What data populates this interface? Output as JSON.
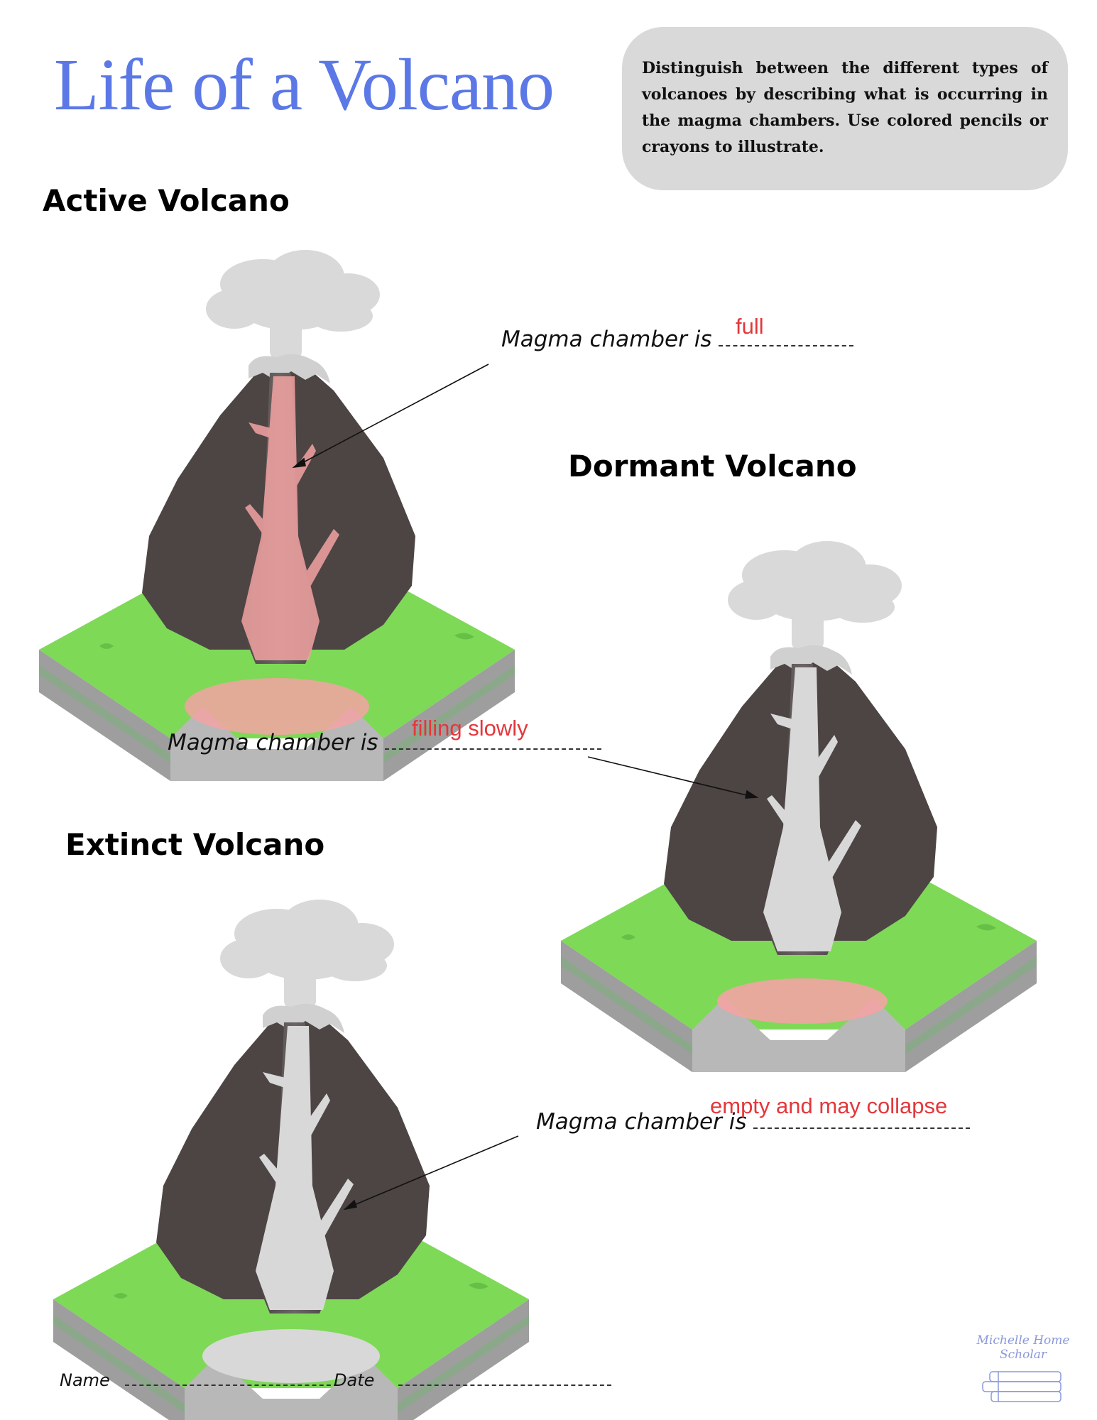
{
  "title": "Life of a Volcano",
  "instructions": "Distinguish between the different types of volcanoes by describing what is occurring in the magma chambers. Use colored pencils or crayons to illustrate.",
  "sections": {
    "active": {
      "heading": "Active Volcano",
      "label": "Magma chamber is",
      "answer": "full",
      "magma_color": "#f08080"
    },
    "dormant": {
      "heading": "Dormant Volcano",
      "label": "Magma chamber is",
      "answer": "filling slowly",
      "magma_color": "#f08080"
    },
    "extinct": {
      "heading": "Extinct Volcano",
      "label": "Magma chamber is",
      "answer": "empty and may collapse",
      "magma_color": "#d4d4d4"
    }
  },
  "footer": {
    "name_label": "Name",
    "date_label": "Date"
  },
  "logo": {
    "line1": "Michelle Home",
    "line2": "Scholar"
  },
  "colors": {
    "title": "#5b78e6",
    "answer": "#e4373b",
    "grass": "#7ed957",
    "rock": "#4d4444",
    "smoke": "#d9d9d9"
  }
}
